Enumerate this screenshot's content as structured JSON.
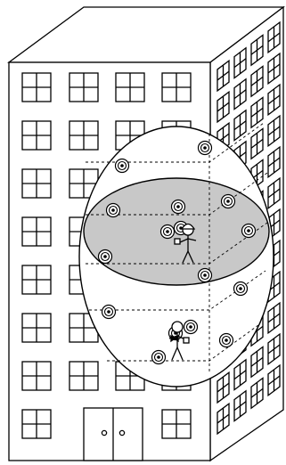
{
  "diagram": {
    "building": {
      "front_window_columns": 4,
      "front_window_rows": 8,
      "side_window_columns": 4,
      "side_window_rows": 12
    },
    "colors": {
      "line": "#000000",
      "fill": "#ffffff",
      "shaded_plane": "#c8c8c8"
    },
    "icons": [
      "sensor-node-icon",
      "person-with-device-icon"
    ],
    "sensor_node_count": 16,
    "people": [
      {
        "label": "",
        "kind": "person-with-hardhat"
      },
      {
        "label": "",
        "kind": "person-with-camera"
      }
    ]
  }
}
